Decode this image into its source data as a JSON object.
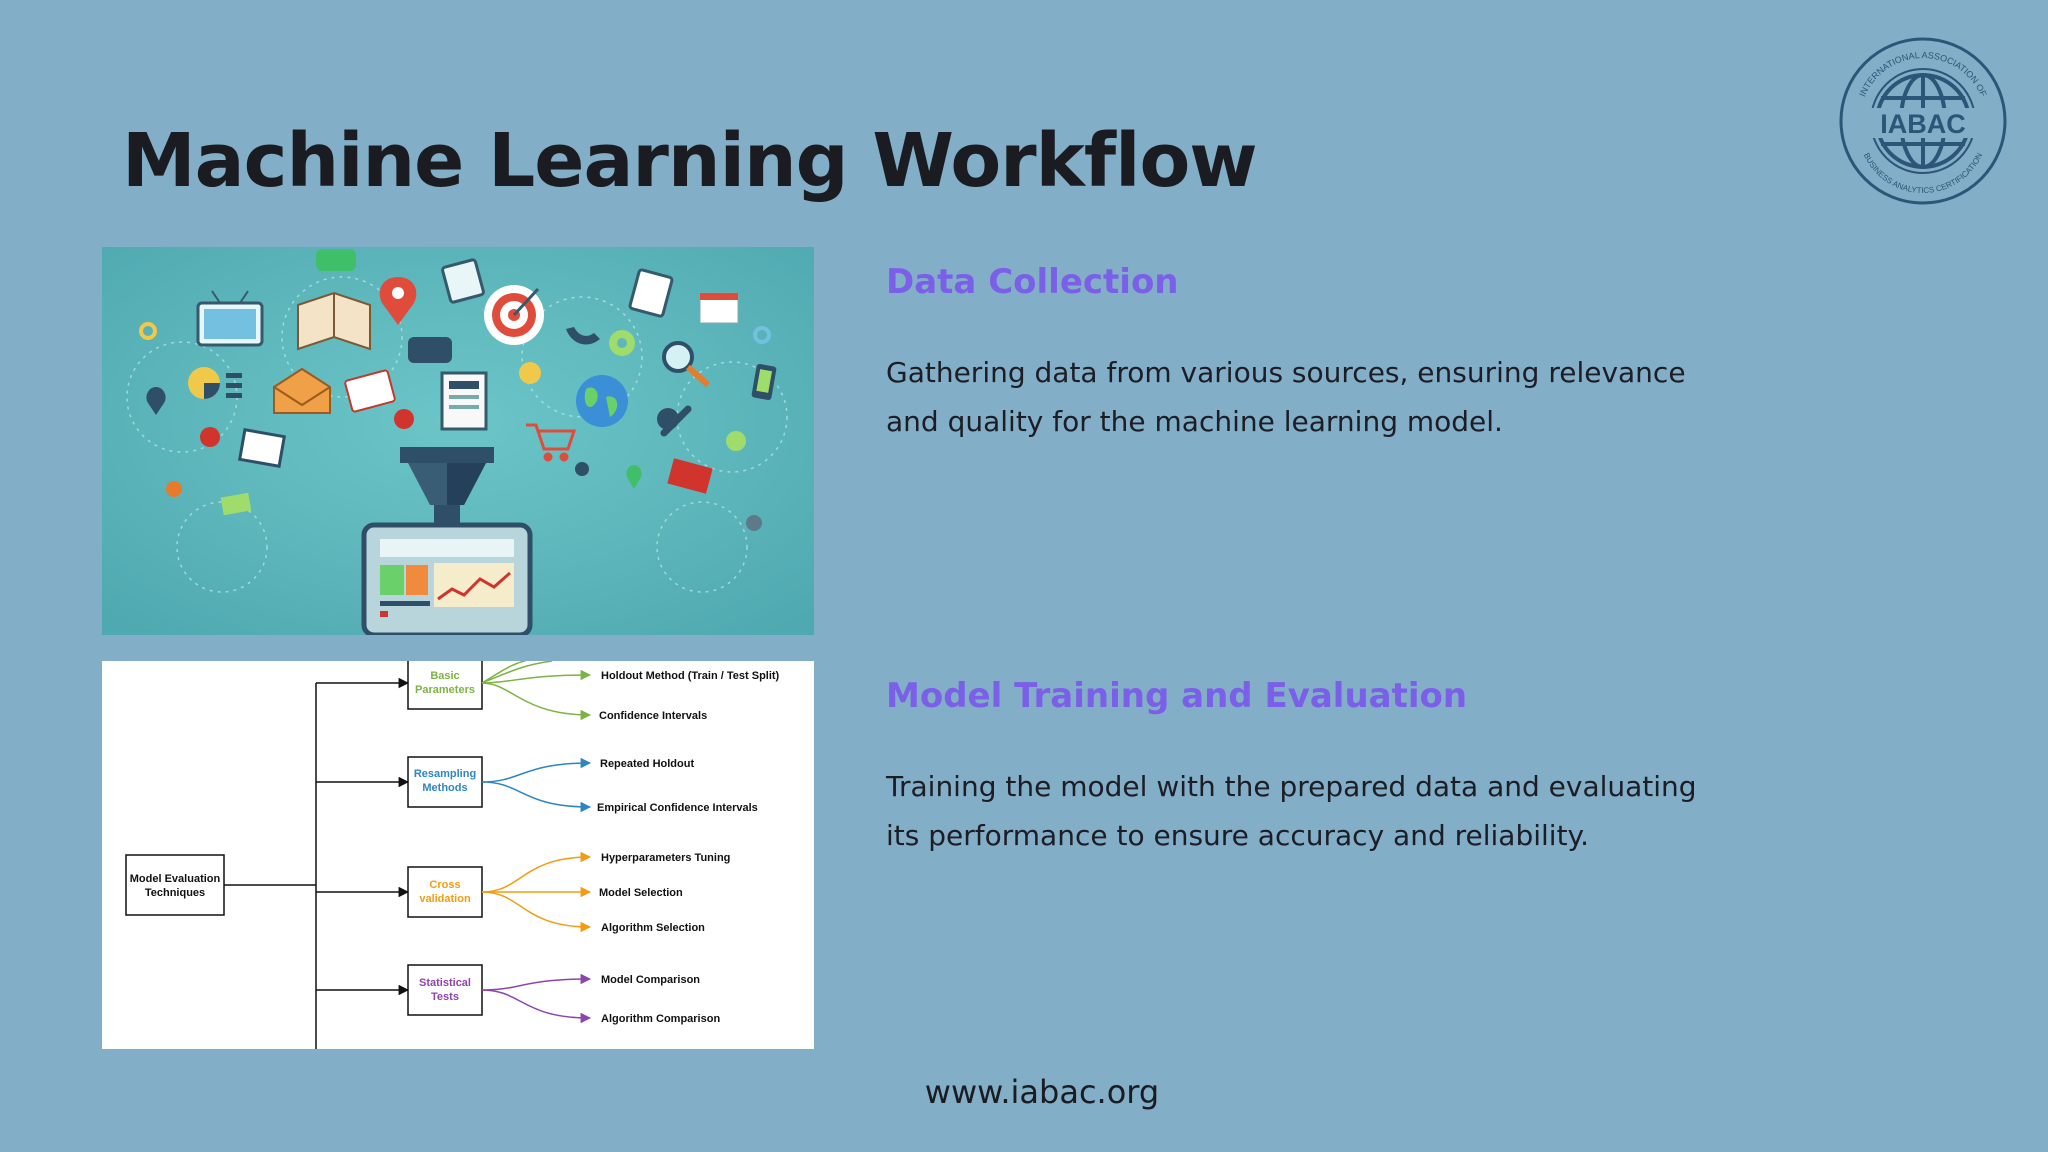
{
  "slide": {
    "title": "Machine Learning Workflow",
    "footer": "www.iabac.org"
  },
  "logo": {
    "acronym": "IABAC",
    "ring_text_top": "INTERNATIONAL ASSOCIATION OF",
    "ring_text_bottom": "BUSINESS ANALYTICS CERTIFICATION",
    "color": "#2c5578"
  },
  "sections": [
    {
      "heading": "Data Collection",
      "body": "Gathering data from various sources, ensuring relevance and quality for the machine learning model."
    },
    {
      "heading": "Model Training and Evaluation",
      "body": "Training the model with the prepared data and evaluating its performance to ensure accuracy and reliability."
    }
  ],
  "diagram": {
    "root": "Model Evaluation Techniques",
    "branches": [
      {
        "name": "Basic Parameters",
        "color": "#7cb342",
        "leaves": [
          "Holdout Method (Train / Test Split)",
          "Confidence Intervals"
        ]
      },
      {
        "name": "Resampling Methods",
        "color": "#2e86c1",
        "leaves": [
          "Repeated Holdout",
          "Empirical Confidence Intervals"
        ]
      },
      {
        "name": "Cross validation",
        "color": "#f39c12",
        "leaves": [
          "Hyperparameters Tuning",
          "Model Selection",
          "Algorithm Selection"
        ]
      },
      {
        "name": "Statistical Tests",
        "color": "#8e44ad",
        "leaves": [
          "Model Comparison",
          "Algorithm Comparison"
        ]
      }
    ]
  },
  "colors": {
    "background": "#82aec7",
    "heading_accent": "#7b5fe8",
    "text": "#1d1d26"
  }
}
